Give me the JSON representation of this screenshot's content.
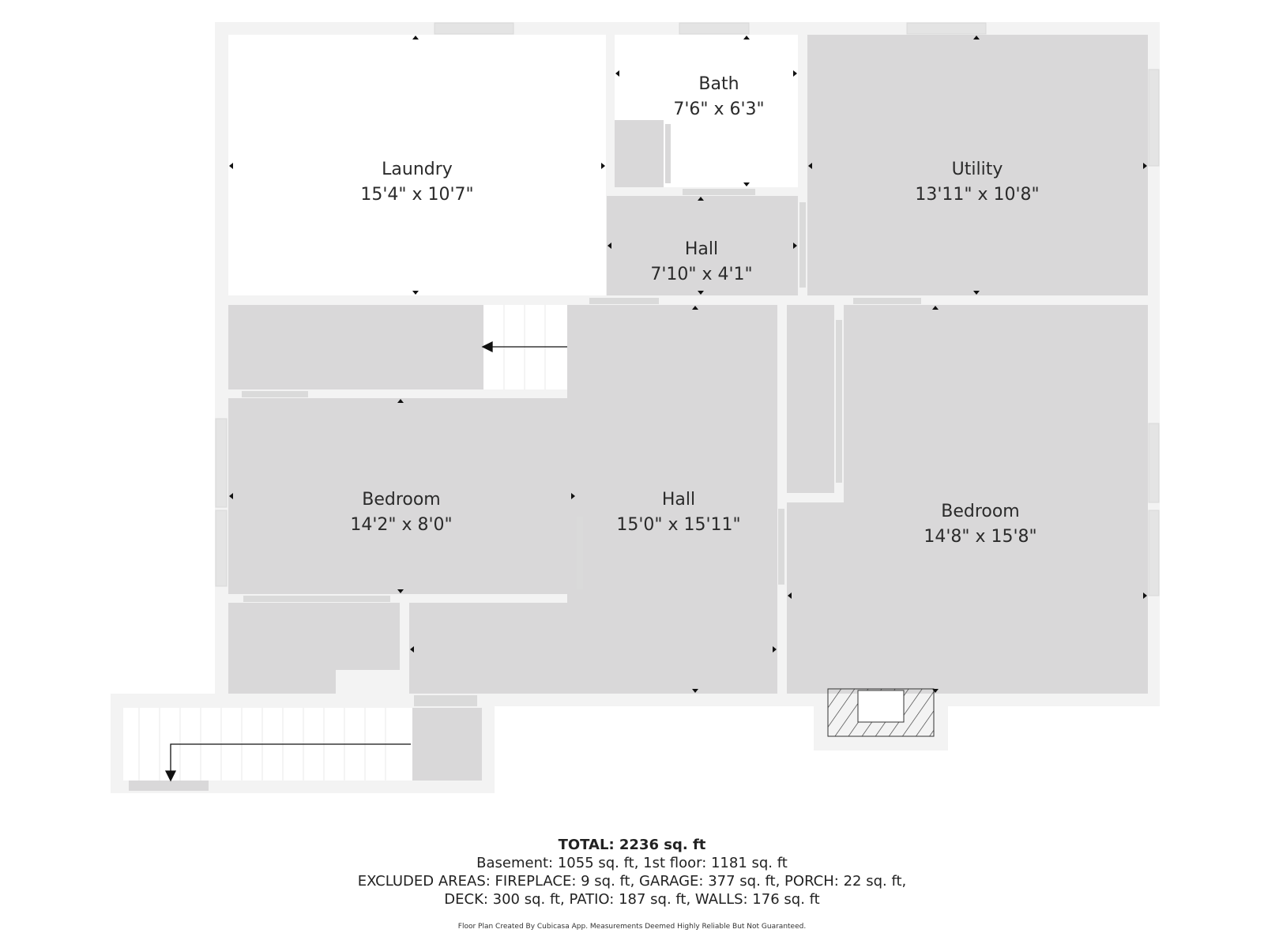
{
  "rooms": {
    "laundry": {
      "name": "Laundry",
      "size": "15'4\" x 10'7\""
    },
    "bath": {
      "name": "Bath",
      "size": "7'6\" x 6'3\""
    },
    "utility": {
      "name": "Utility",
      "size": "13'11\" x 10'8\""
    },
    "hall_small": {
      "name": "Hall",
      "size": "7'10\" x 4'1\""
    },
    "bedroom_left": {
      "name": "Bedroom",
      "size": "14'2\" x 8'0\""
    },
    "hall_large": {
      "name": "Hall",
      "size": "15'0\" x 15'11\""
    },
    "bedroom_right": {
      "name": "Bedroom",
      "size": "14'8\" x 15'8\""
    }
  },
  "summary": {
    "total": "TOTAL: 2236 sq. ft",
    "line1": "Basement: 1055 sq. ft, 1st floor: 1181 sq. ft",
    "line2": "EXCLUDED AREAS: FIREPLACE: 9 sq. ft, GARAGE: 377 sq. ft, PORCH: 22 sq. ft,",
    "line3": "DECK: 300 sq. ft, PATIO: 187 sq. ft, WALLS: 176 sq. ft",
    "credit": "Floor Plan Created By Cubicasa App. Measurements Deemed Highly Reliable But Not Guaranteed."
  },
  "colors": {
    "wall": "#f3f3f3",
    "room_fill": "#d9d8d9",
    "white_room": "#ffffff",
    "marker": "#111111"
  }
}
